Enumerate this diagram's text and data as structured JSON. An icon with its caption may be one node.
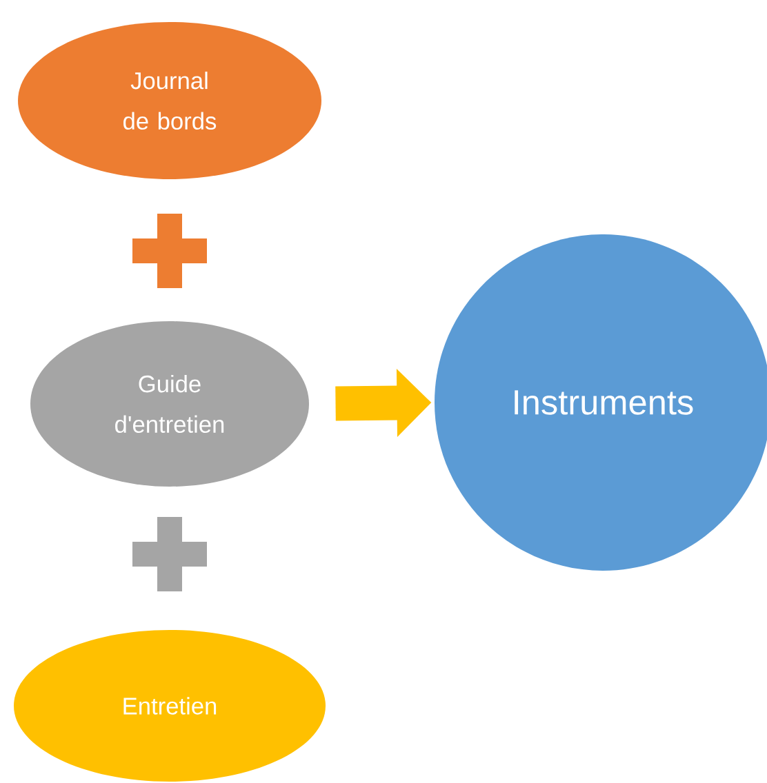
{
  "diagram": {
    "nodes": [
      {
        "text": [
          "Journal de bords"
        ]
      },
      {
        "text": [
          "Guide d'entretien"
        ]
      },
      {
        "text": [
          "Entretien"
        ]
      },
      {
        "text": [
          "Instruments"
        ]
      }
    ],
    "edges": [
      {
        "from": 1,
        "to": 3,
        "arrow": "to",
        "color": "#ffc000"
      }
    ]
  }
}
